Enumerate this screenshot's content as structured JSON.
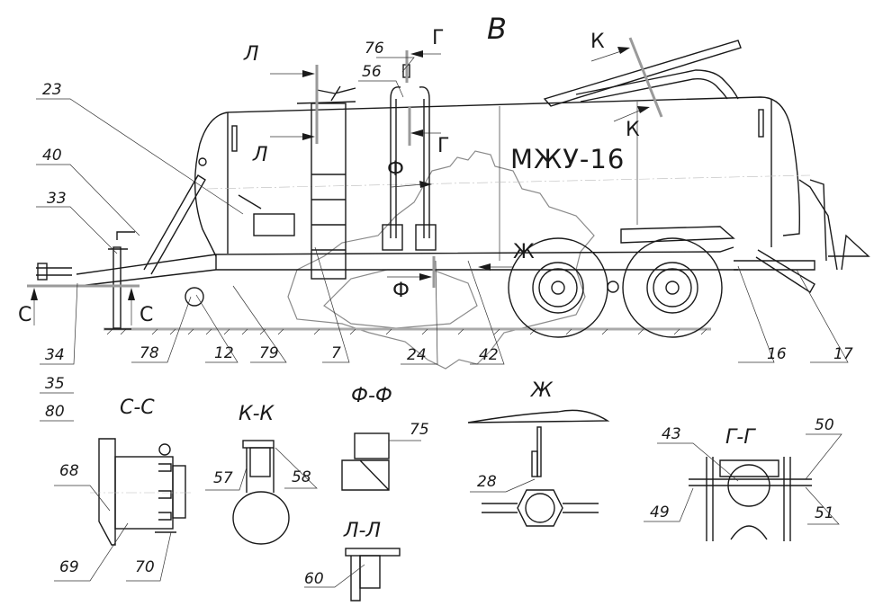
{
  "drawing": {
    "machine_title": "МЖУ-16",
    "view_label": "В",
    "section_markers": {
      "L_top": "Л",
      "L_body": "Л",
      "G_top": "Г",
      "G_lower": "Г",
      "F_upper": "Ф",
      "F_lower": "Ф",
      "K_top": "К",
      "K_bottom": "К",
      "Zh": "Ж",
      "C_left": "С",
      "C_right": "С"
    },
    "callouts": [
      {
        "id": "23",
        "label": "23"
      },
      {
        "id": "40",
        "label": "40"
      },
      {
        "id": "33",
        "label": "33"
      },
      {
        "id": "76",
        "label": "76"
      },
      {
        "id": "56",
        "label": "56"
      },
      {
        "id": "34",
        "label": "34"
      },
      {
        "id": "35",
        "label": "35"
      },
      {
        "id": "80",
        "label": "80"
      },
      {
        "id": "78",
        "label": "78"
      },
      {
        "id": "12",
        "label": "12"
      },
      {
        "id": "79",
        "label": "79"
      },
      {
        "id": "7",
        "label": "7"
      },
      {
        "id": "24",
        "label": "24"
      },
      {
        "id": "42",
        "label": "42"
      },
      {
        "id": "16",
        "label": "16"
      },
      {
        "id": "17",
        "label": "17"
      }
    ],
    "detail_views": [
      {
        "title": "С-С",
        "callouts": [
          "68",
          "69",
          "70"
        ]
      },
      {
        "title": "К-К",
        "callouts": [
          "57",
          "58"
        ]
      },
      {
        "title": "Ф-Ф",
        "callouts": [
          "75"
        ]
      },
      {
        "title": "Л-Л",
        "callouts": [
          "60"
        ]
      },
      {
        "title": "Ж",
        "callouts": [
          "28"
        ]
      },
      {
        "title": "Г-Г",
        "callouts": [
          "43",
          "50",
          "49",
          "51"
        ]
      }
    ]
  }
}
